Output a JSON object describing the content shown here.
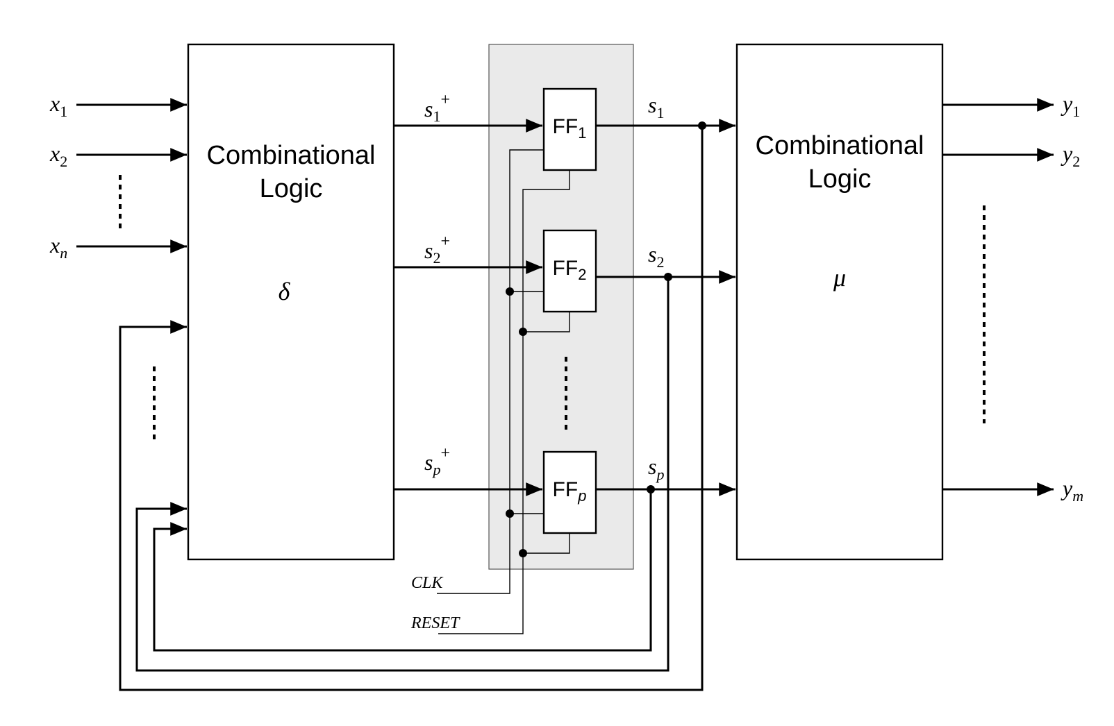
{
  "left_block": {
    "line1": "Combinational",
    "line2": "Logic",
    "symbol": "δ"
  },
  "right_block": {
    "line1": "Combinational",
    "line2": "Logic",
    "symbol": "μ"
  },
  "inputs": [
    {
      "base": "x",
      "sub": "1"
    },
    {
      "base": "x",
      "sub": "2"
    },
    {
      "base": "x",
      "sub": "n"
    }
  ],
  "outputs": [
    {
      "base": "y",
      "sub": "1"
    },
    {
      "base": "y",
      "sub": "2"
    },
    {
      "base": "y",
      "sub": "m"
    }
  ],
  "next_states": [
    {
      "base": "s",
      "sub": "1",
      "sup": "+"
    },
    {
      "base": "s",
      "sub": "2",
      "sup": "+"
    },
    {
      "base": "s",
      "sub": "p",
      "sup": "+"
    }
  ],
  "states": [
    {
      "base": "s",
      "sub": "1"
    },
    {
      "base": "s",
      "sub": "2"
    },
    {
      "base": "s",
      "sub": "p"
    }
  ],
  "flipflops": [
    {
      "base": "FF",
      "sub": "1"
    },
    {
      "base": "FF",
      "sub": "2"
    },
    {
      "base": "FF",
      "sub": "p"
    }
  ],
  "signals": {
    "clock": "CLK",
    "reset": "RESET"
  }
}
